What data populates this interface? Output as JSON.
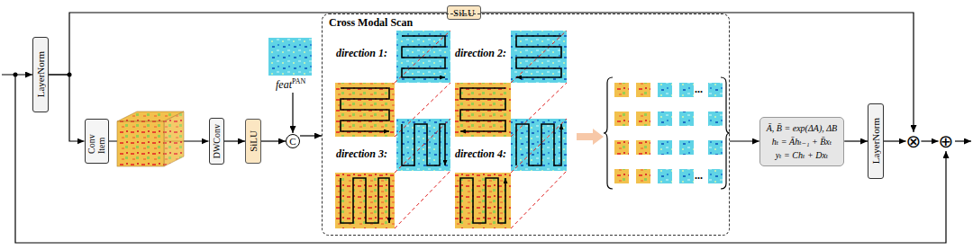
{
  "diagram": {
    "nodes": [
      {
        "text": [
          "SiLU"
        ]
      },
      {
        "text": [
          "LayerNorm"
        ]
      },
      {
        "text": [
          "Conv Item"
        ]
      },
      {
        "text": [
          "DWConv"
        ]
      },
      {
        "text": [
          "SiLU"
        ]
      },
      {
        "text": [
          "C"
        ]
      },
      {
        "text": [
          "Cross Modal Scan"
        ]
      },
      {
        "text": [
          "Ā, B̄ = exp(ΔA), ΔB",
          "hₜ = Āhₜ₋₁ + B̄xₜ",
          "yₜ = Chₜ + Dxₜ"
        ]
      },
      {
        "text": [
          "LayerNorm"
        ]
      },
      {
        "text": [
          "⊗"
        ]
      },
      {
        "text": [
          "⊕"
        ]
      }
    ],
    "edges": [
      {
        "from": 1,
        "to": 0,
        "arrow": "none"
      },
      {
        "from": 1,
        "to": 2,
        "arrow": "to"
      },
      {
        "from": 2,
        "to": 3,
        "arrow": "to"
      },
      {
        "from": 3,
        "to": 4,
        "arrow": "to"
      },
      {
        "from": 4,
        "to": 5,
        "arrow": "to"
      },
      {
        "from": 5,
        "to": 6,
        "arrow": "to"
      },
      {
        "from": 6,
        "to": 7,
        "arrow": "to"
      },
      {
        "from": 7,
        "to": 8,
        "arrow": "to"
      },
      {
        "from": 8,
        "to": 9,
        "arrow": "to"
      },
      {
        "from": 0,
        "to": 9,
        "arrow": "to"
      },
      {
        "from": 9,
        "to": 10,
        "arrow": "to"
      }
    ],
    "labels": [
      "feat",
      "PAN",
      "direction 1:",
      "direction 2:",
      "direction 3:",
      "direction 4:",
      "...",
      "..."
    ]
  }
}
